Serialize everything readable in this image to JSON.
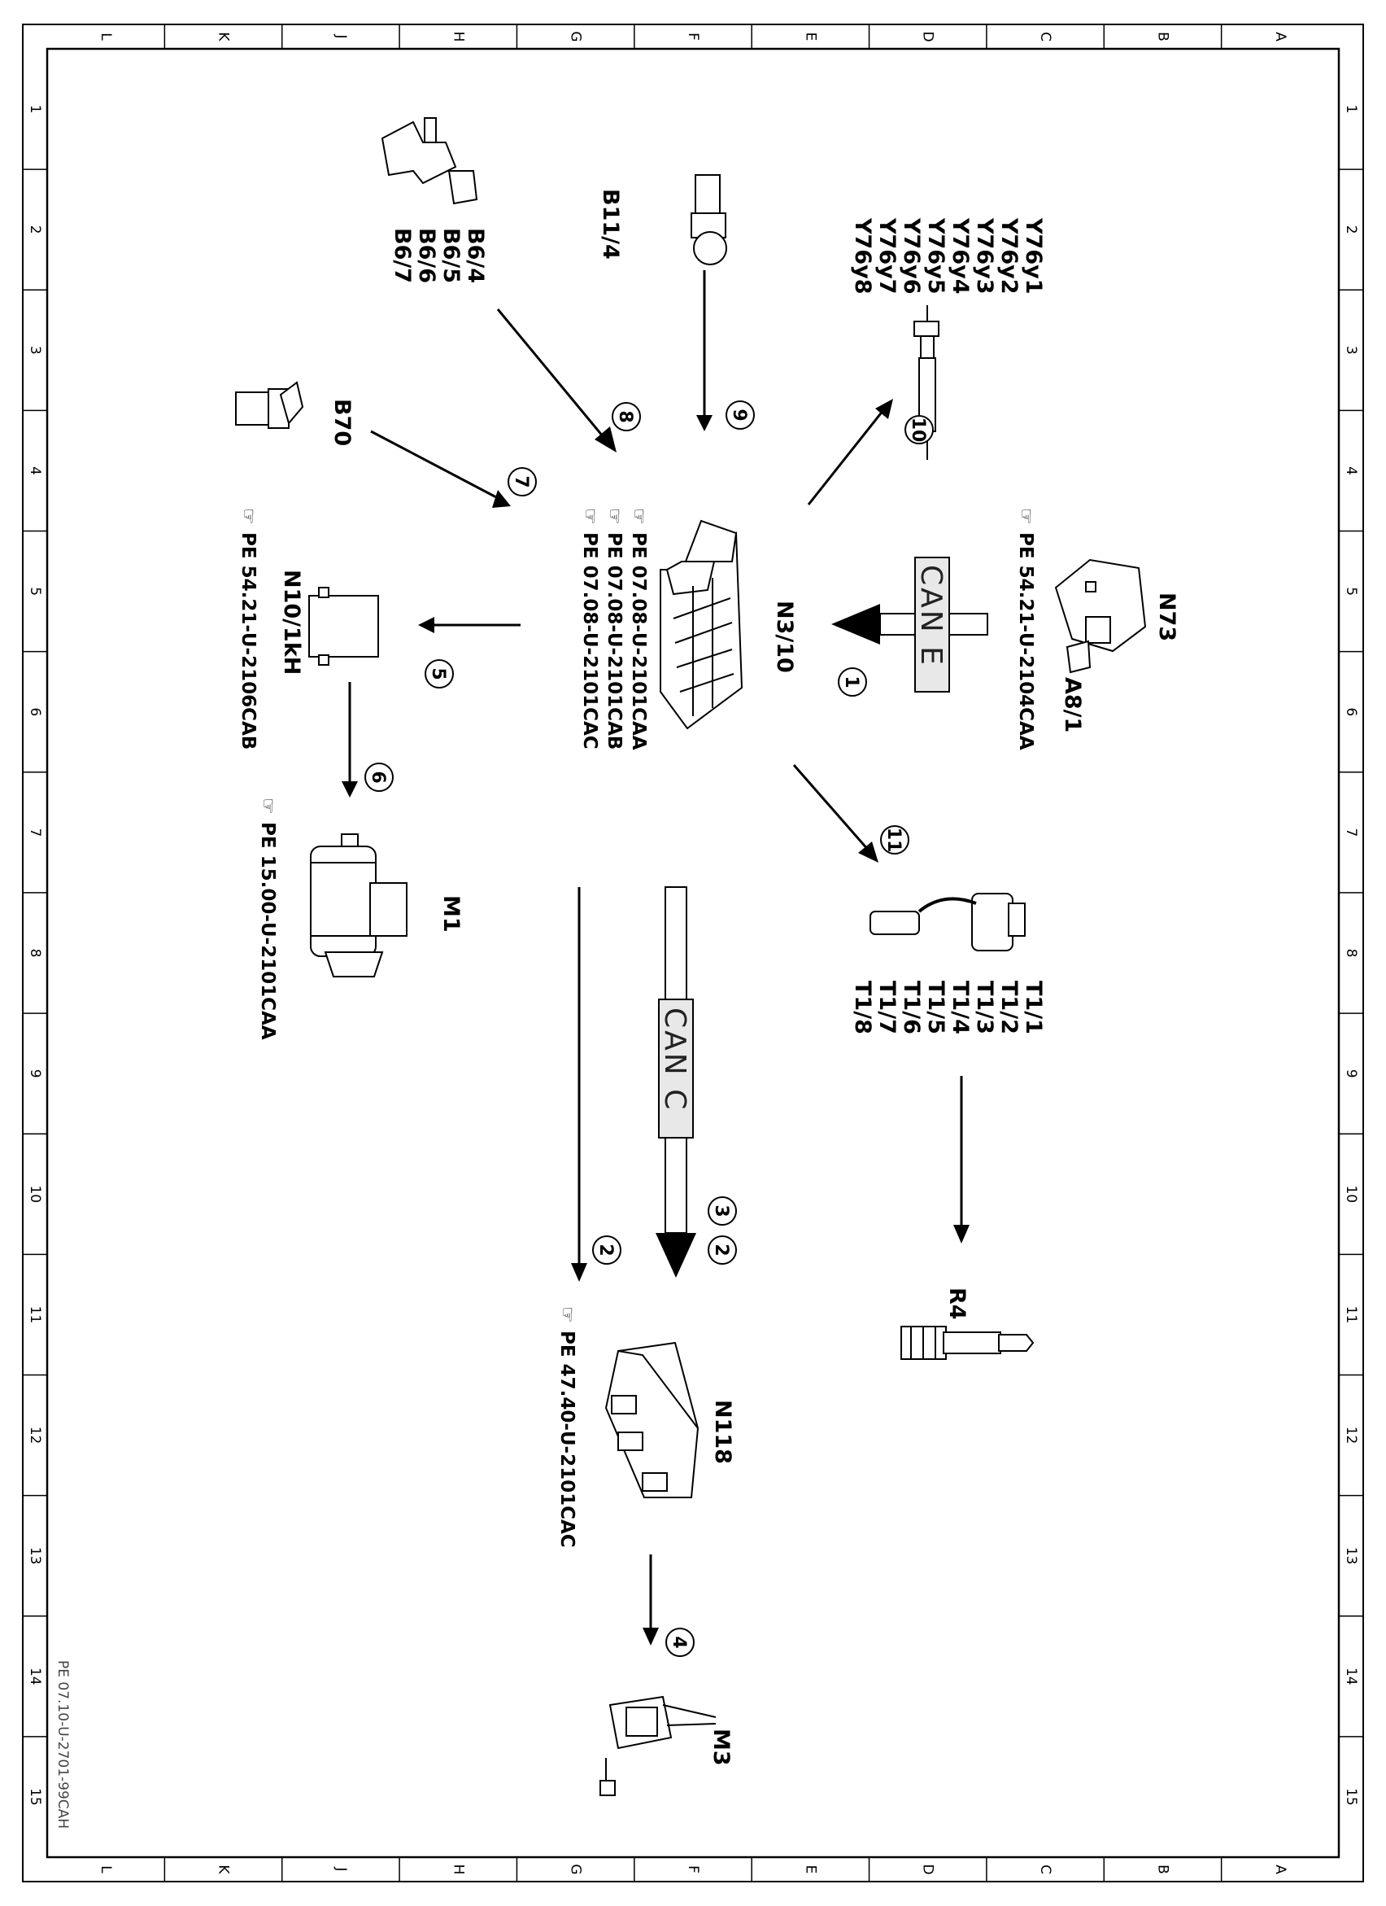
{
  "grid": {
    "columns": [
      "L",
      "K",
      "J",
      "H",
      "G",
      "F",
      "E",
      "D",
      "C",
      "B",
      "A"
    ],
    "rows": [
      "1",
      "2",
      "3",
      "4",
      "5",
      "6",
      "7",
      "8",
      "9",
      "10",
      "11",
      "12",
      "13",
      "14",
      "15"
    ]
  },
  "document_id": "PE 07.10-U-2701-99CAH",
  "ref_icon": "pointing-hand-icon",
  "central_unit": {
    "label": "N3/10",
    "refs": [
      "PE  07.08-U-2101CAA",
      "PE  07.08-U-2101CAB",
      "PE  07.08-U-2101CAC"
    ]
  },
  "components": {
    "b6": [
      "B6/4",
      "B6/5",
      "B6/6",
      "B6/7"
    ],
    "b11": "B11/4",
    "y76": [
      "Y76y1",
      "Y76y2",
      "Y76y3",
      "Y76y4",
      "Y76y5",
      "Y76y6",
      "Y76y7",
      "Y76y8"
    ],
    "b70": "B70",
    "n73": "N73",
    "a8": "A8/1",
    "n73_ref": "PE  54.21-U-2104CAA",
    "n10": "N10/1kH",
    "n10_ref": "PE  54.21-U-2106CAB",
    "m1": "M1",
    "m1_ref": "PE  15.00-U-2101CAA",
    "t1": [
      "T1/1",
      "T1/2",
      "T1/3",
      "T1/4",
      "T1/5",
      "T1/6",
      "T1/7",
      "T1/8"
    ],
    "r4": "R4",
    "n118": "N118",
    "n118_ref": "PE  47.40-U-2101CAC",
    "m3": "M3"
  },
  "buses": {
    "can_e": "CAN E",
    "can_c": "CAN C"
  },
  "callouts": [
    "1",
    "2",
    "3",
    "2",
    "4",
    "5",
    "6",
    "7",
    "8",
    "9",
    "10",
    "11"
  ]
}
